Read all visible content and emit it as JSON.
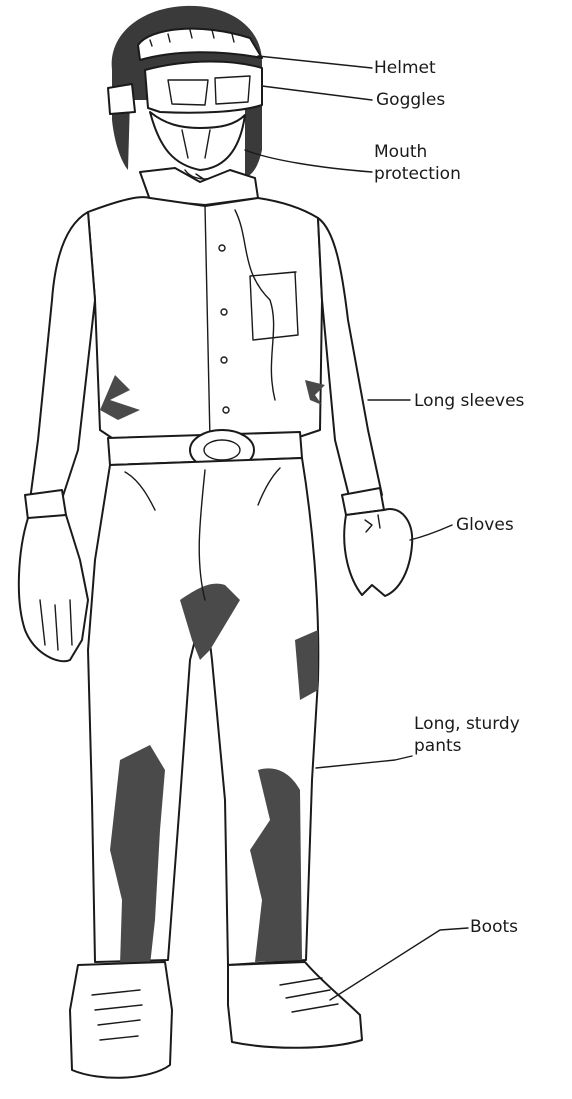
{
  "labels": {
    "helmet": "Helmet",
    "goggles": "Goggles",
    "mouth_line1": "Mouth",
    "mouth_line2": "protection",
    "long_sleeves": "Long sleeves",
    "gloves": "Gloves",
    "pants_line1": "Long, sturdy",
    "pants_line2": "pants",
    "boots": "Boots"
  },
  "colors": {
    "ink": "#1a1a1a",
    "shading": "#4a4a4a",
    "paper": "#ffffff"
  }
}
